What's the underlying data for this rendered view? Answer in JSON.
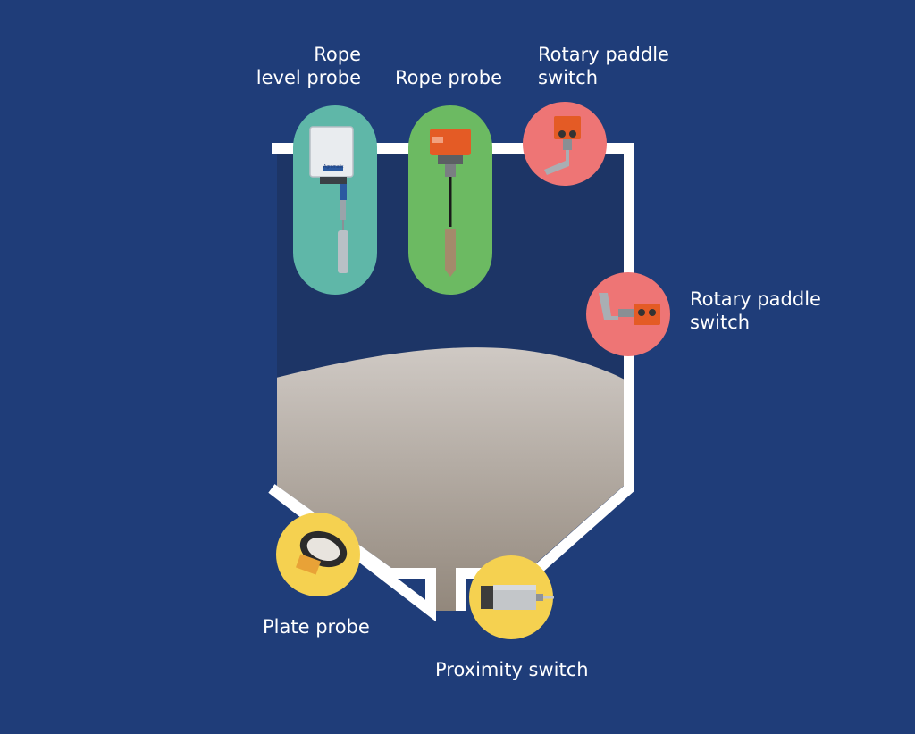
{
  "colors": {
    "background": "#1f3d79",
    "silo_outline": "#ffffff",
    "silo_interior": "#1d3566",
    "bulk_material_top": "#cfc9c4",
    "bulk_material_bottom": "#8f8478",
    "rope_level_probe_badge": "#5fb7a8",
    "rope_probe_badge": "#6cba62",
    "rotary_paddle_badge": "#ee7575",
    "plate_probe_badge": "#f5d150",
    "proximity_badge": "#f5d150",
    "device_orange": "#e45b25"
  },
  "labels": {
    "rope_level_probe": [
      "Rope",
      "level probe"
    ],
    "rope_probe": "Rope probe",
    "rotary_paddle_top": [
      "Rotary paddle",
      "switch"
    ],
    "rotary_paddle_side": [
      "Rotary paddle",
      "switch"
    ],
    "plate_probe": "Plate probe",
    "proximity_switch": "Proximity switch"
  },
  "device_brand": "Agromatic",
  "icons": {
    "rope_level_probe": "rope-level-probe-icon",
    "rope_probe": "rope-probe-icon",
    "rotary_paddle_top": "rotary-paddle-switch-icon",
    "rotary_paddle_side": "rotary-paddle-switch-icon",
    "plate_probe": "plate-probe-icon",
    "proximity_switch": "proximity-switch-icon"
  }
}
